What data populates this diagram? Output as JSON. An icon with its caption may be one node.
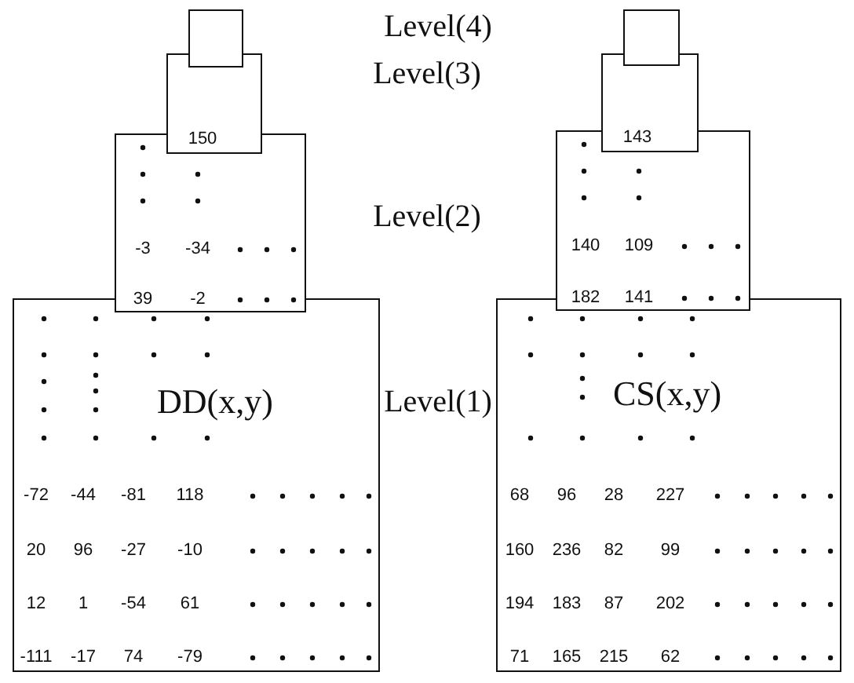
{
  "diagram": {
    "nodes": [
      {
        "text": [],
        "shape": "box"
      },
      {
        "text": [
          "150"
        ]
      },
      {
        "text": [
          "-3",
          "-34",
          "39",
          "-2"
        ]
      },
      {
        "text": [
          "DD(x,y)",
          "-72",
          "-44",
          "-81",
          "118",
          "20",
          "96",
          "-27",
          "-10",
          "12",
          "1",
          "-54",
          "61",
          "-111",
          "-17",
          "74",
          "-79"
        ]
      },
      {
        "text": [],
        "shape": "box"
      },
      {
        "text": [
          "143"
        ]
      },
      {
        "text": [
          "140",
          "109",
          "182",
          "141"
        ]
      },
      {
        "text": [
          "CS(x,y)",
          "68",
          "96",
          "28",
          "227",
          "160",
          "236",
          "82",
          "99",
          "194",
          "183",
          "87",
          "202",
          "71",
          "165",
          "215",
          "62"
        ]
      }
    ],
    "labels": [
      "Level(4)",
      "Level(3)",
      "Level(2)",
      "Level(1)"
    ]
  }
}
